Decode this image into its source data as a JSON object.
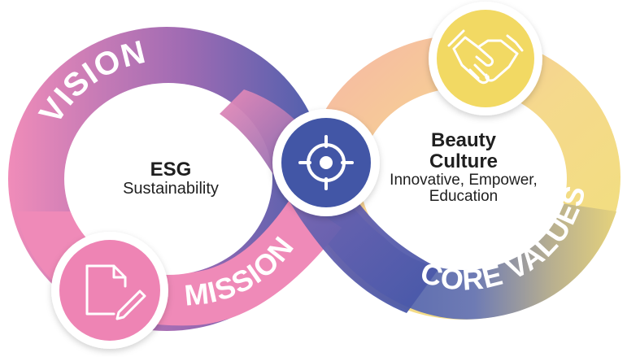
{
  "left_loop": {
    "title": "ESG",
    "subtitle": "Sustainability"
  },
  "right_loop": {
    "title_line1": "Beauty",
    "title_line2": "Culture",
    "subtitle_line1": "Innovative, Empower,",
    "subtitle_line2": "Education"
  },
  "ring_labels": {
    "vision": "VISION",
    "mission": "MISSION",
    "core_values": "CORE VALUES"
  },
  "icons": {
    "center": "target-icon",
    "top_right": "handshake-icon",
    "bottom_left": "document-pen-icon"
  },
  "colors": {
    "pink": "#ee8ab8",
    "purple": "#8a66b4",
    "blue": "#4b5fae",
    "peach": "#f6c4a6",
    "yellow": "#f3e07a",
    "target_circle": "#4257a6",
    "handshake_circle": "#f2d963",
    "document_circle": "#ee84b4"
  }
}
